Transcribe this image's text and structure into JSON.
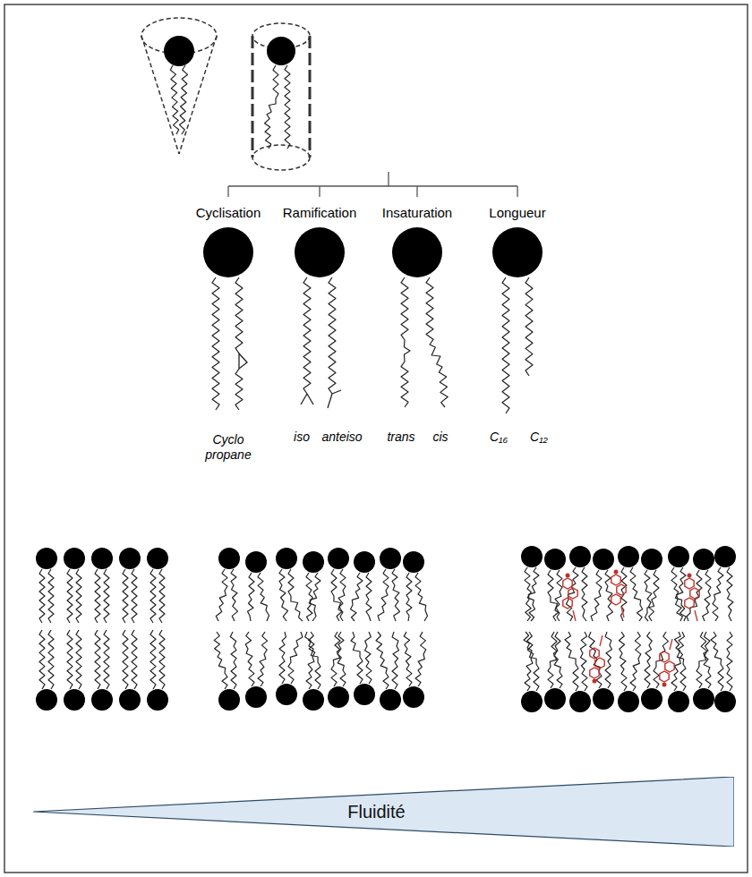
{
  "diagram": {
    "nodes": [
      {
        "text": [
          "Fluidité"
        ]
      }
    ],
    "labels": [
      "Cyclisation",
      "Ramification",
      "Insaturation",
      "Longueur",
      "Cyclo propane",
      "iso",
      "anteiso",
      "trans",
      "cis",
      "C₁₆",
      "C₁₂"
    ]
  }
}
